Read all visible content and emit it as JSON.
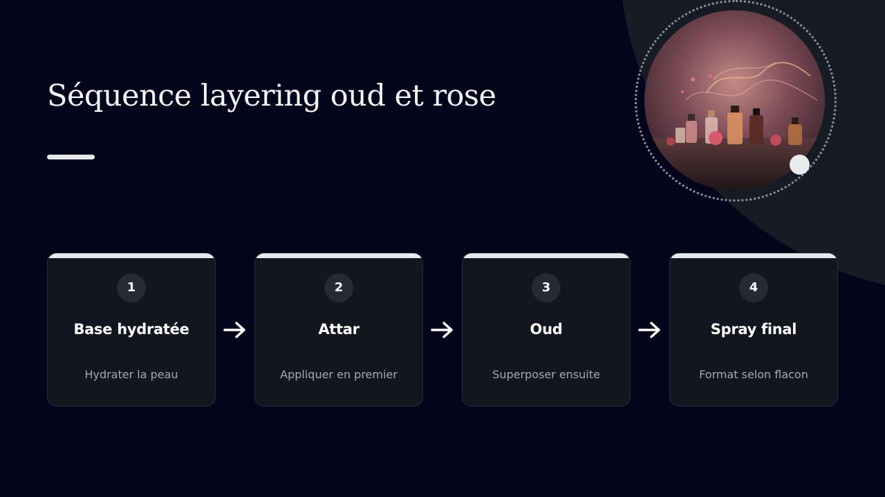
{
  "slide": {
    "title": "Séquence layering oud et rose",
    "image": {
      "subject": "perfume bottles with roses and swirling smoke",
      "icon": "perfume-photo"
    },
    "steps": [
      {
        "number": "1",
        "title": "Base hydratée",
        "description": "Hydrater la peau"
      },
      {
        "number": "2",
        "title": "Attar",
        "description": "Appliquer en premier"
      },
      {
        "number": "3",
        "title": "Oud",
        "description": "Superposer ensuite"
      },
      {
        "number": "4",
        "title": "Spray final",
        "description": "Format selon flacon"
      }
    ],
    "connector_icon": "arrow-right-icon"
  },
  "colors": {
    "background": "#04051a",
    "card_background": "#14161f",
    "card_accent": "#e8e9ee",
    "number_badge": "#252a35",
    "corner_shape": "#161b24",
    "description_text": "#a5a9b4"
  }
}
